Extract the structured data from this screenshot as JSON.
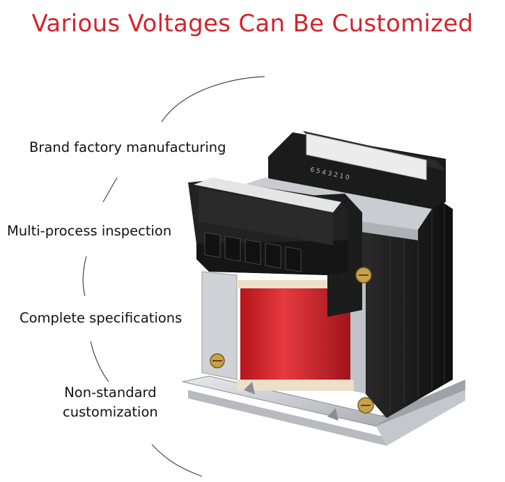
{
  "headline": "Various Voltages Can Be Customized",
  "features": [
    "Brand factory manufacturing",
    "Multi-process inspection",
    "Complete specifications",
    "Non-standard",
    "customization"
  ],
  "product": {
    "terminal_numbers": "6 5 4 3 2 1 0"
  },
  "colors": {
    "headline": "#d4232b",
    "coil": "#e0262c",
    "housing": "#1c1c1c",
    "base_plate": "#c9ccd0"
  }
}
